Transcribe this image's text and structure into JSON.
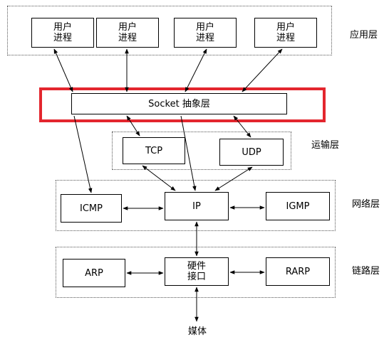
{
  "layers": {
    "application": "应用层",
    "transport": "运输层",
    "network": "网络层",
    "link": "链路层"
  },
  "boxes": {
    "user_process_1": "用户\n进程",
    "user_process_2": "用户\n进程",
    "user_process_3": "用户\n进程",
    "user_process_4": "用户\n进程",
    "socket": "Socket 抽象层",
    "tcp": "TCP",
    "udp": "UDP",
    "icmp": "ICMP",
    "ip": "IP",
    "igmp": "IGMP",
    "arp": "ARP",
    "hardware": "硬件\n接口",
    "rarp": "RARP"
  },
  "media": "媒体",
  "colors": {
    "highlight": "#e3262e",
    "line": "#000000"
  }
}
